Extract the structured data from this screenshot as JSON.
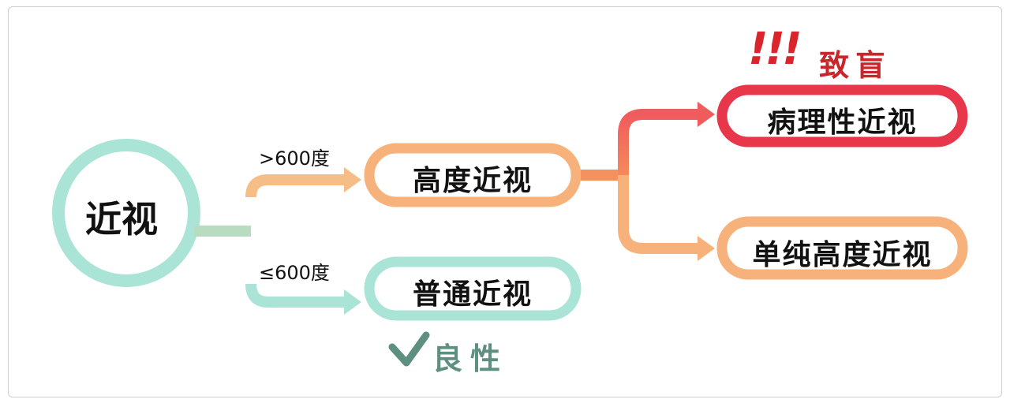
{
  "root": {
    "label": "近视"
  },
  "branches": {
    "high_condition": ">600度",
    "low_condition": "≤600度"
  },
  "nodes": {
    "high": "高度近视",
    "normal": "普通近视",
    "pathological": "病理性近视",
    "simple_high": "单纯高度近视"
  },
  "annotations": {
    "blind": "致盲",
    "exclamation": "!!!",
    "benign": "良性"
  },
  "colors": {
    "teal": "#a9e4d6",
    "orange": "#f6b27a",
    "red": "#e8364b",
    "dark_red": "#c9262c",
    "benign_green": "#5e8f80"
  }
}
